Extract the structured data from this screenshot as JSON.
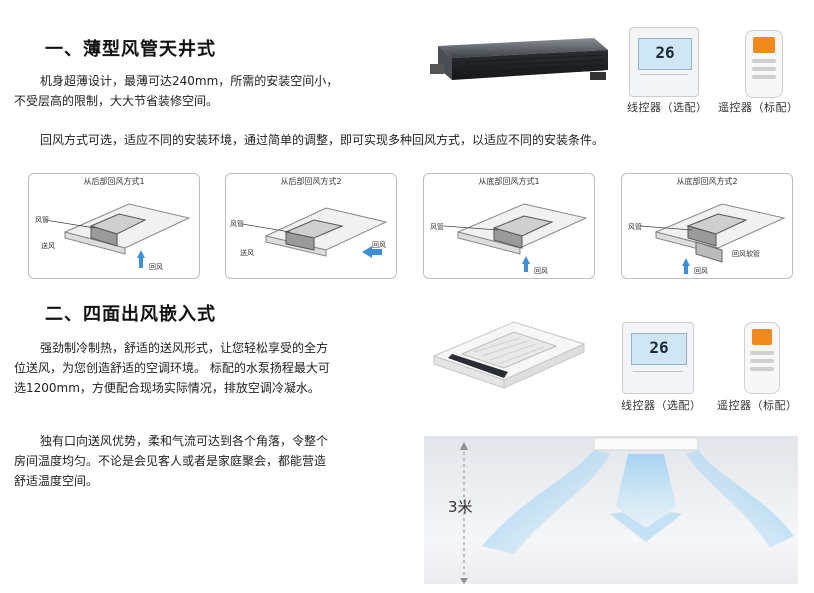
{
  "section1": {
    "title": "一、薄型风管天井式",
    "para1_line1": "机身超薄设计，最薄可达240mm，所需的安装空间小，",
    "para1_line2": "不受层高的限制，大大节省装修空间。",
    "para2": "回风方式可选，适应不同的安装环境，通过简单的调整，即可实现多种回风方式，以适应不同的安装条件。",
    "wired_caption": "线控器（选配）",
    "remote_caption": "遥控器（标配）",
    "controller_display": "26"
  },
  "diagrams": [
    {
      "title": "从后部回风方式1",
      "label_duct": "风管",
      "label_supply": "送风",
      "label_return": "回风"
    },
    {
      "title": "从后部回风方式2",
      "label_duct": "风管",
      "label_supply": "送风",
      "label_return": "回风"
    },
    {
      "title": "从底部回风方式1",
      "label_duct": "风管",
      "label_return": "回风"
    },
    {
      "title": "从底部回风方式2",
      "label_duct": "风管",
      "label_soft": "回风软管",
      "label_return": "回风"
    }
  ],
  "section2": {
    "title": "二、四面出风嵌入式",
    "para1_line1": "强劲制冷制热，舒适的送风形式，让您轻松享受的全方",
    "para1_line2": "位送风，为您创造舒适的空调环境。 标配的水泵扬程最大可",
    "para1_line3": "选1200mm，方便配合现场实际情况，排放空调冷凝水。",
    "para2_line1": "独有口向送风优势，柔和气流可达到各个角落，令整个",
    "para2_line2": "房间温度均匀。不论是会见客人或者是家庭聚会，都能营造",
    "para2_line3": "舒适温度空间。",
    "wired_caption": "线控器（选配）",
    "remote_caption": "遥控器（标配）",
    "controller_display": "26",
    "height_label": "3米"
  },
  "colors": {
    "return_arrow": "#3d8fd8",
    "airflow": "#9fd0f2",
    "remote_display": "#f08a1f"
  }
}
